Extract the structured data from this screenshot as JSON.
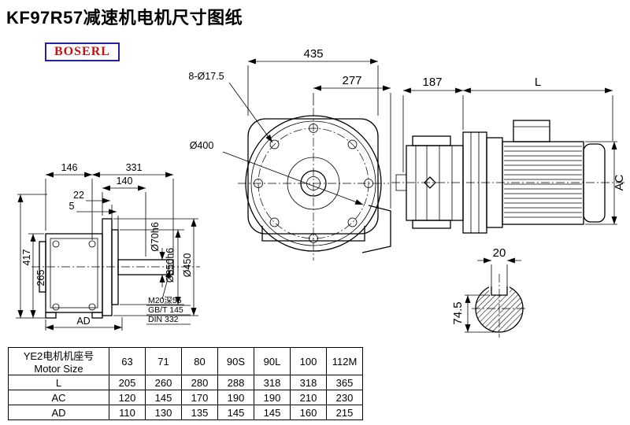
{
  "title": "KF97R57减速机电机尺寸图纸",
  "logo": "BOSERL",
  "front_view": {
    "dim_width": "435",
    "dim_offset": "277",
    "bolt_note": "8-Ø17.5",
    "dia_label": "Ø400"
  },
  "motor_view": {
    "dim_187": "187",
    "dim_l": "L",
    "dim_ac": "AC"
  },
  "side_view": {
    "dim_146": "146",
    "dim_331": "331",
    "dim_140": "140",
    "dim_22": "22",
    "dim_5": "5",
    "dim_417": "417",
    "dim_265": "265",
    "dim_ad": "AD",
    "dia_70": "Ø70h6",
    "dia_350": "Ø350h6",
    "dia_450": "Ø450",
    "note_thread": "M20深55",
    "note_gb": "GB/T 145",
    "note_din": "DIN 332"
  },
  "shaft_section": {
    "dim_key_width": "20",
    "dim_height": "74.5"
  },
  "table": {
    "header_cn": "YE2电机机座号",
    "header_en": "Motor Size",
    "sizes": [
      "63",
      "71",
      "80",
      "90S",
      "90L",
      "100",
      "112M"
    ],
    "rows": [
      {
        "label": "L",
        "values": [
          "205",
          "260",
          "280",
          "288",
          "318",
          "318",
          "365"
        ]
      },
      {
        "label": "AC",
        "values": [
          "120",
          "145",
          "170",
          "190",
          "190",
          "210",
          "230"
        ]
      },
      {
        "label": "AD",
        "values": [
          "110",
          "130",
          "135",
          "145",
          "145",
          "160",
          "215"
        ]
      }
    ]
  }
}
